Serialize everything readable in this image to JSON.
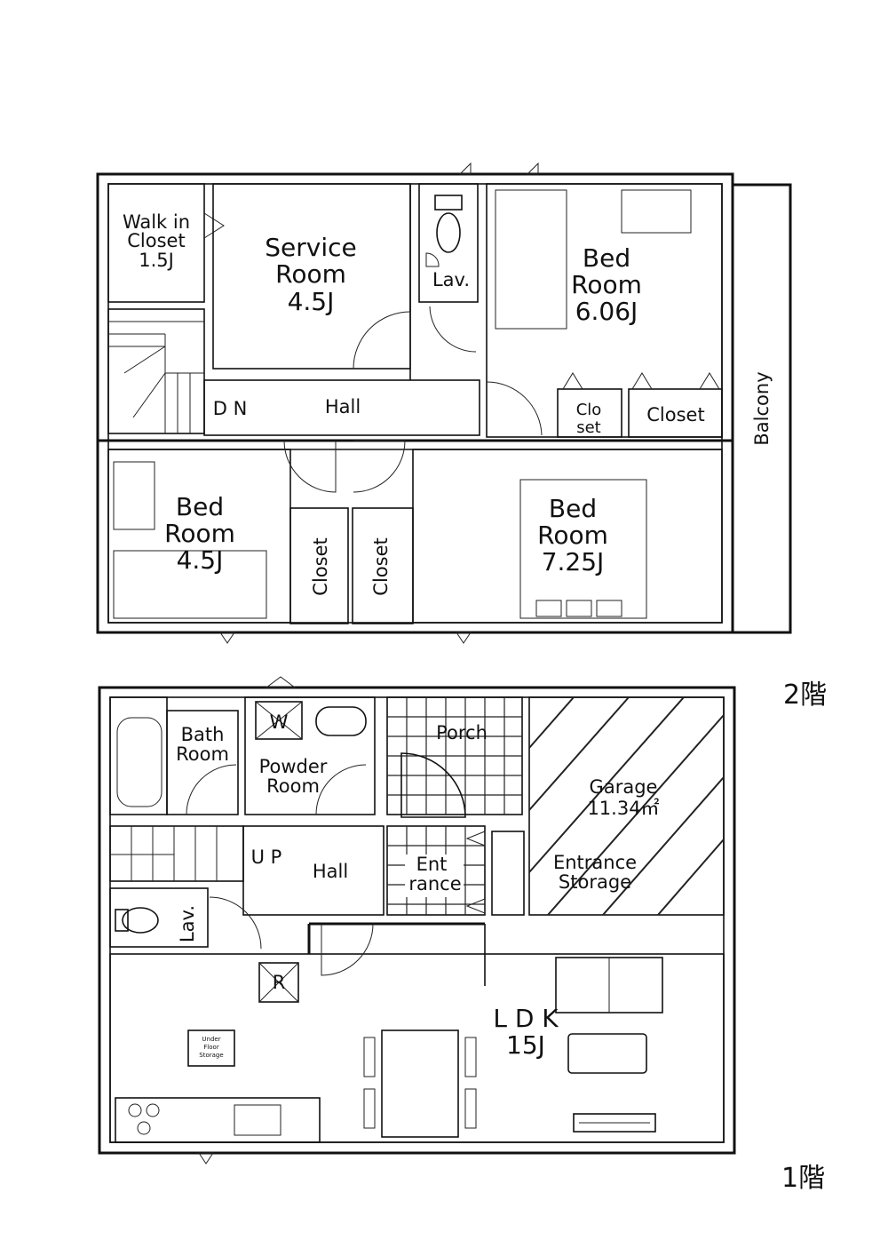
{
  "floors": {
    "upper": {
      "tag": "2階",
      "rooms": {
        "walk_in_closet": [
          "Walk in",
          "Closet",
          "1.5J"
        ],
        "service_room": [
          "Service",
          "Room",
          "4.5J"
        ],
        "lav": "Lav.",
        "bedroom_606": [
          "Bed",
          "Room",
          "6.06J"
        ],
        "hall_dn": "D N",
        "hall": "Hall",
        "closet_small": [
          "Clo",
          "set"
        ],
        "closet": "Closet",
        "balcony": "Balcony",
        "bedroom_45": [
          "Bed",
          "Room",
          "4.5J"
        ],
        "closet_left": "Closet",
        "closet_right": "Closet",
        "bedroom_725": [
          "Bed",
          "Room",
          "7.25J"
        ]
      }
    },
    "lower": {
      "tag": "1階",
      "rooms": {
        "bath_room": [
          "Bath",
          "Room"
        ],
        "washer_mark": "W",
        "powder_room": [
          "Powder",
          "Room"
        ],
        "porch": "Porch",
        "garage": [
          "Garage",
          "11.34㎡"
        ],
        "hall_up": "U P",
        "hall": "Hall",
        "entrance": [
          "Ent",
          "rance"
        ],
        "entrance_storage": [
          "Entrance",
          "Storage"
        ],
        "lav": "Lav.",
        "fridge_mark": "R",
        "under_floor_storage": [
          "Under",
          "Floor",
          "Storage"
        ],
        "ldk": [
          "L D K",
          "15J"
        ]
      }
    }
  }
}
